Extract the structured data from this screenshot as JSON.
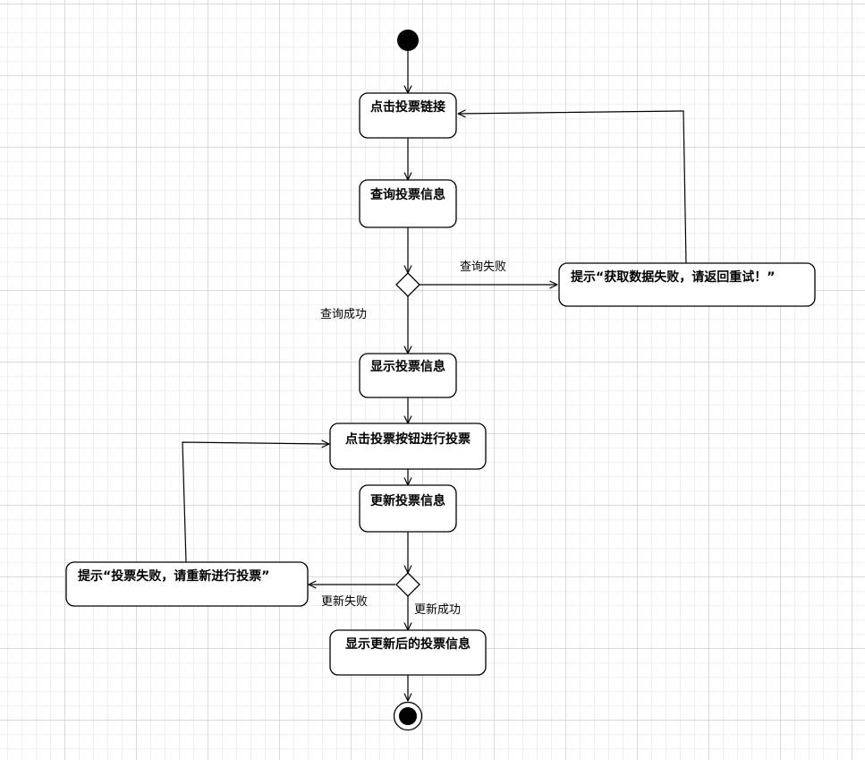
{
  "nodes": {
    "click_link": "点击投票链接",
    "query_info": "查询投票信息",
    "show_info": "显示投票信息",
    "click_vote": "点击投票按钮进行投票",
    "update_info": "更新投票信息",
    "show_updated": "显示更新后的投票信息",
    "fail_fetch": "提示“获取数据失败，请返回重试！”",
    "fail_vote": "提示“投票失败，请重新进行投票”"
  },
  "edges": {
    "query_fail": "查询失败",
    "query_success": "查询成功",
    "update_fail": "更新失败",
    "update_success": "更新成功"
  },
  "colors": {
    "line": "#000000",
    "fill": "#ffffff",
    "grid": "#d9d9d9"
  }
}
